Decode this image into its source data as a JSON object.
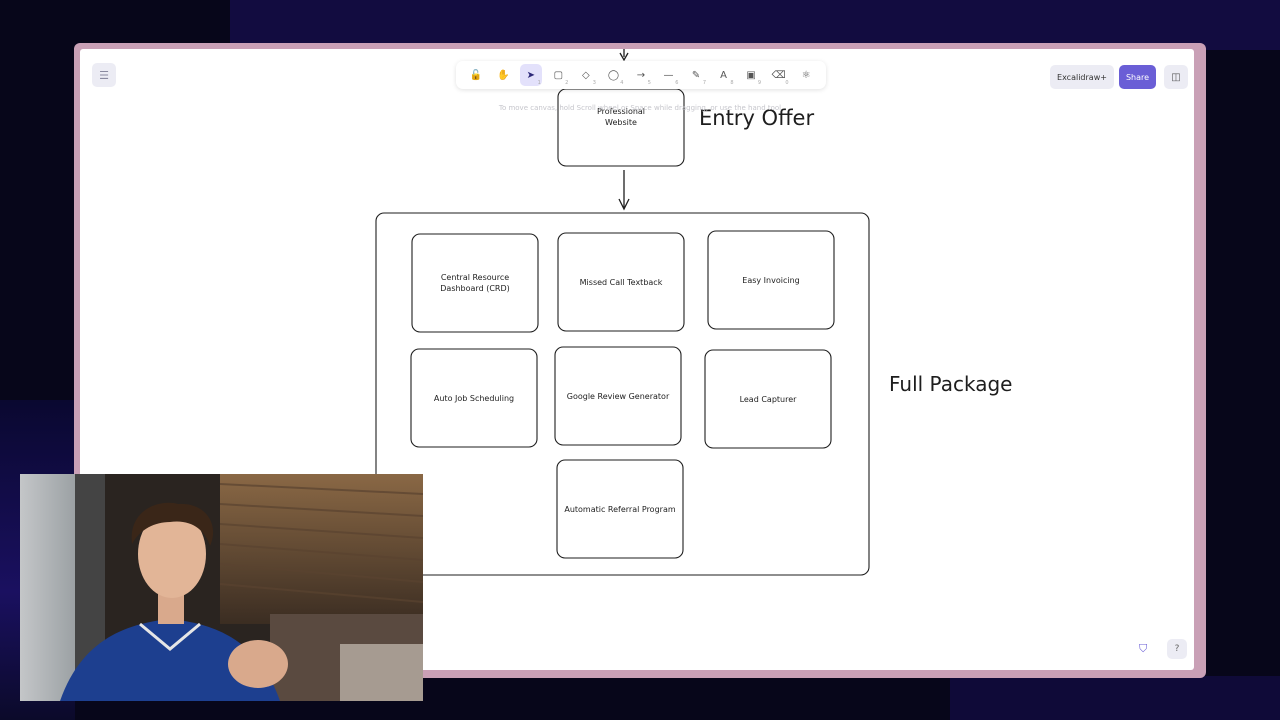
{
  "toolbar": {
    "tools": [
      {
        "icon": "lock-icon",
        "glyph": "🔓",
        "shortcut": ""
      },
      {
        "icon": "hand-icon",
        "glyph": "✋",
        "shortcut": ""
      },
      {
        "icon": "pointer-icon",
        "glyph": "➤",
        "shortcut": "1",
        "active": true
      },
      {
        "icon": "rectangle-icon",
        "glyph": "▢",
        "shortcut": "2"
      },
      {
        "icon": "diamond-icon",
        "glyph": "◇",
        "shortcut": "3"
      },
      {
        "icon": "ellipse-icon",
        "glyph": "◯",
        "shortcut": "4"
      },
      {
        "icon": "arrow-icon",
        "glyph": "→",
        "shortcut": "5"
      },
      {
        "icon": "line-icon",
        "glyph": "—",
        "shortcut": "6"
      },
      {
        "icon": "pencil-icon",
        "glyph": "✎",
        "shortcut": "7"
      },
      {
        "icon": "text-icon",
        "glyph": "A",
        "shortcut": "8"
      },
      {
        "icon": "image-icon",
        "glyph": "▣",
        "shortcut": "9"
      },
      {
        "icon": "eraser-icon",
        "glyph": "⌫",
        "shortcut": "0"
      },
      {
        "icon": "library-icon",
        "glyph": "⚛",
        "shortcut": ""
      }
    ]
  },
  "hint": "To move canvas, hold Scroll wheel or Space while dragging, or use the hand tool",
  "header": {
    "excalidraw_plus": "Excalidraw+",
    "share": "Share"
  },
  "canvas": {
    "entry_offer_label": "Entry Offer",
    "full_package_label": "Full Package",
    "top_box": {
      "line1": "Professional",
      "line2": "Website"
    },
    "boxes": [
      {
        "line1": "Central Resource",
        "line2": "Dashboard (CRD)"
      },
      {
        "line1": "Missed Call Textback",
        "line2": ""
      },
      {
        "line1": "Easy Invoicing",
        "line2": ""
      },
      {
        "line1": "Auto Job Scheduling",
        "line2": ""
      },
      {
        "line1": "Google Review Generator",
        "line2": ""
      },
      {
        "line1": "Lead Capturer",
        "line2": ""
      },
      {
        "line1": "Automatic Referral Program",
        "line2": ""
      }
    ]
  },
  "colors": {
    "accent": "#6a5ed6",
    "frame": "#c9a0b6",
    "background": "#07061a",
    "stroke": "#1e1e1e"
  }
}
